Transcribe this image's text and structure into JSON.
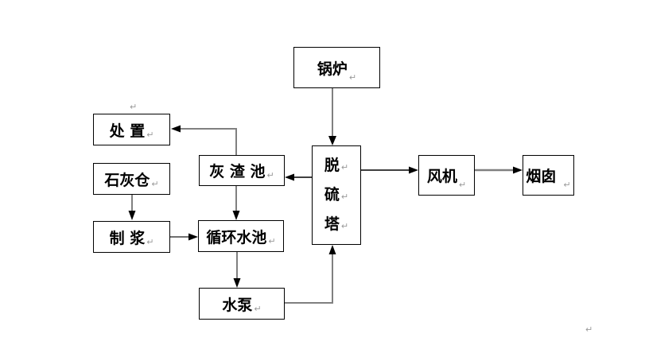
{
  "diagram": {
    "nodes": {
      "boiler": {
        "label": "锅炉"
      },
      "disposal": {
        "label": "处 置"
      },
      "lime_silo": {
        "label": "石灰仓"
      },
      "ash_pool": {
        "label": "灰 渣 池"
      },
      "pulping": {
        "label": "制 浆"
      },
      "circulating_pool": {
        "label": "循环水池"
      },
      "water_pump": {
        "label": "水泵"
      },
      "tower": {
        "label": "脱硫塔",
        "line1": "脱",
        "line2": "硫",
        "line3": "塔"
      },
      "fan": {
        "label": "风机"
      },
      "chimney": {
        "label": "烟囱"
      }
    },
    "return_mark": "↵",
    "edges": [
      {
        "from": "锅炉",
        "to": "脱硫塔"
      },
      {
        "from": "脱硫塔",
        "to": "灰渣池"
      },
      {
        "from": "灰渣池",
        "to": "处置"
      },
      {
        "from": "石灰仓",
        "to": "制浆"
      },
      {
        "from": "制浆",
        "to": "循环水池"
      },
      {
        "from": "灰渣池",
        "to": "循环水池"
      },
      {
        "from": "循环水池",
        "to": "水泵"
      },
      {
        "from": "水泵",
        "to": "脱硫塔"
      },
      {
        "from": "脱硫塔",
        "to": "风机"
      },
      {
        "from": "风机",
        "to": "烟囱"
      }
    ],
    "colors": {
      "line_gray": "#808080",
      "line_black": "#000000",
      "box_border": "#000000",
      "mark_gray": "#9a9a9a",
      "background": "#ffffff"
    }
  }
}
